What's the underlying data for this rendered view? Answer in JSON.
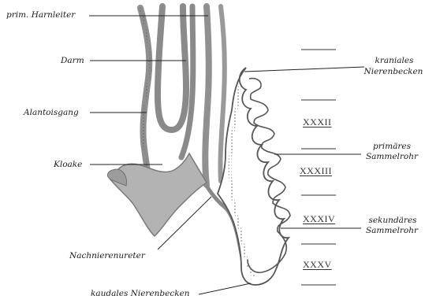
{
  "labels_left": {
    "prim_harnleiter": "prim. Harnleiter",
    "darm": "Darm",
    "alantoisgang": "Alantoisgang",
    "kloake": "Kloake",
    "nachnierenureter": "Nachnierenureter",
    "kaudales_nierenbecken": "kaudales Nierenbecken"
  },
  "labels_right": {
    "kraniales_line1": "kraniales",
    "kraniales_line2": "Nierenbecken",
    "primaeres_line1": "primäres",
    "primaeres_line2": "Sammelrohr",
    "sekundaeres_line1": "sekundäres",
    "sekundaeres_line2": "Sammelrohr"
  },
  "segments": [
    "XXXII",
    "XXXIII",
    "XXXIV",
    "XXXV"
  ],
  "colors": {
    "tissue_fill": "#a9a9a9",
    "tissue_dark": "#6f6f6f",
    "line": "#222222",
    "background": "#ffffff"
  }
}
